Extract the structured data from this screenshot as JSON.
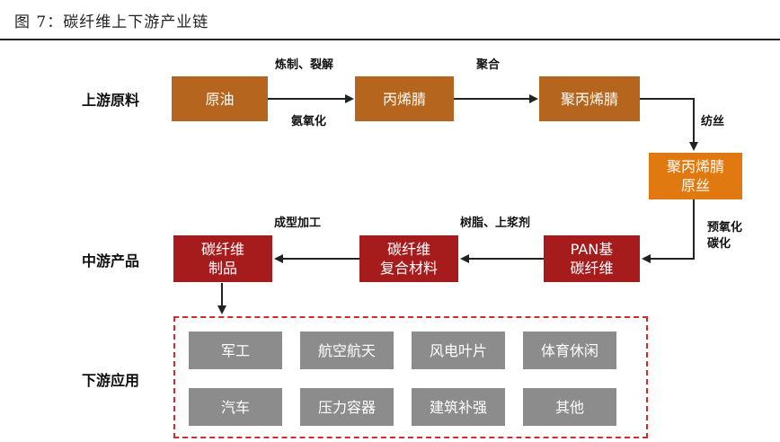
{
  "figure": {
    "title": "图 7：碳纤维上下游产业链"
  },
  "rows": {
    "upstream": "上游原料",
    "midstream": "中游产品",
    "downstream": "下游应用"
  },
  "nodes": {
    "crude_oil": "原油",
    "acrylonitrile": "丙烯腈",
    "polyacrylonitrile": "聚丙烯腈",
    "pan_precursor": "聚丙烯腈\n原丝",
    "pan_carbon_fiber": "PAN基\n碳纤维",
    "cf_composite": "碳纤维\n复合材料",
    "cf_products": "碳纤维\n制品"
  },
  "edges": {
    "refine_crack": "炼制、裂解",
    "ammoxidation": "氨氧化",
    "polymerize": "聚合",
    "spinning": "纺丝",
    "preox_carbonize": "预氧化\n碳化",
    "resin_sizing": "树脂、上浆剂",
    "forming": "成型加工"
  },
  "applications": [
    "军工",
    "航空航天",
    "风电叶片",
    "体育休闲",
    "汽车",
    "压力容器",
    "建筑补强",
    "其他"
  ],
  "colors": {
    "upstream_box": "#B5651D",
    "precursor_box": "#E07A10",
    "midstream_box": "#A61C1C",
    "application_box": "#8C8C8C",
    "frame": "#D42A2A"
  }
}
